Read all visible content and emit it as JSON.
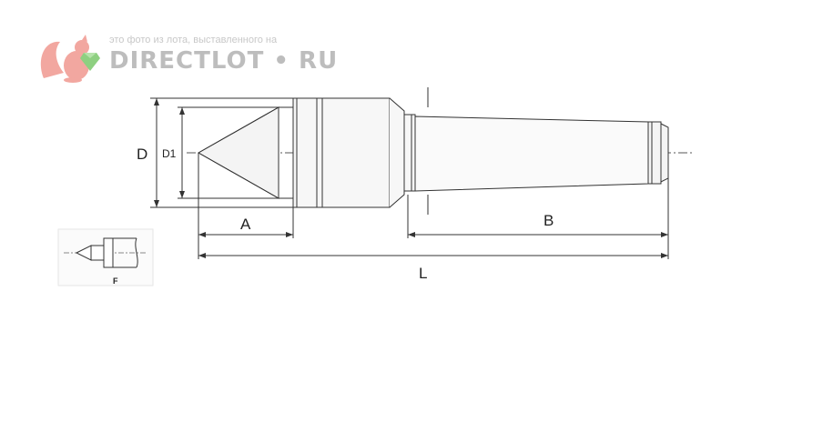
{
  "watermark": {
    "caption": "это фото из лота, выставленного на",
    "brand": "DIRECTLOT • RU",
    "colors": {
      "squirrel": "#f2a7a0",
      "gem": "#8ed081",
      "text": "#bdbdbd"
    }
  },
  "labels": {
    "D": "D",
    "D1": "D1",
    "A": "A",
    "B": "B",
    "L": "L",
    "F": "F"
  }
}
